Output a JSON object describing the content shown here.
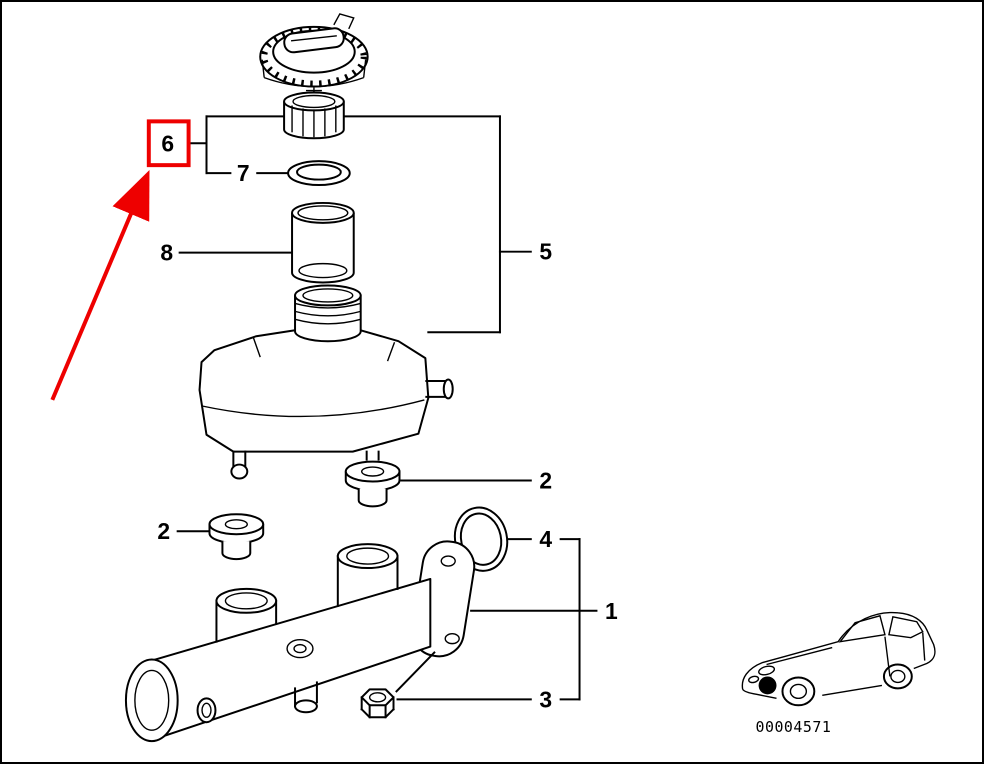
{
  "diagram": {
    "colors": {
      "highlight": "#ee0000",
      "line": "#000000"
    },
    "callouts": {
      "six": "6",
      "seven": "7",
      "eight": "8",
      "five": "5",
      "two_right": "2",
      "two_left": "2",
      "four": "4",
      "one": "1",
      "three": "3"
    },
    "inset": {
      "code": "00004571"
    }
  }
}
